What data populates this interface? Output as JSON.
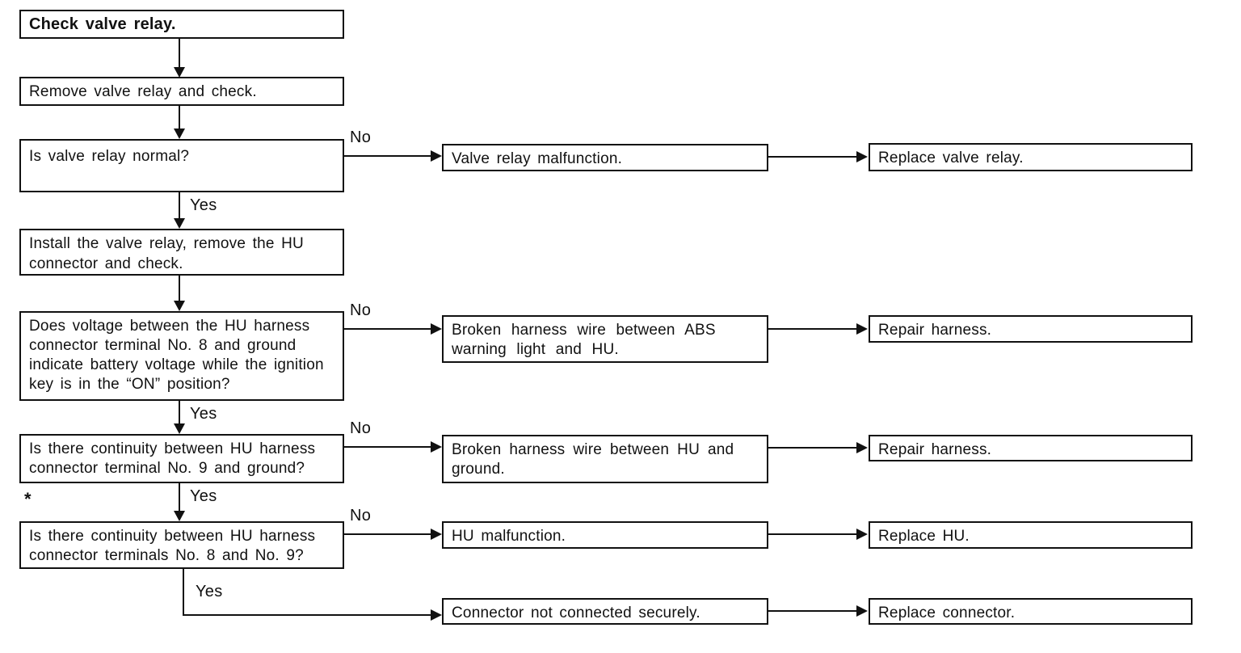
{
  "diagram": {
    "type": "flowchart",
    "subject": "Valve relay diagnostic flowchart",
    "labels": {
      "yes": "Yes",
      "no": "No"
    },
    "footnote_marker": "*",
    "nodes": {
      "start": "Check valve relay.",
      "step_remove_relay": "Remove valve relay and check.",
      "q_relay_normal": "Is valve relay normal?",
      "step_install_relay": "Install the valve relay, remove the HU connector and check.",
      "q_voltage_terminal8": "Does voltage between the HU harness connector terminal No. 8 and ground indicate battery voltage while the ignition key is in the “ON” position?",
      "q_continuity_terminal9_ground": "Is there continuity between HU harness connector terminal No. 9 and ground?",
      "q_continuity_terminals_8_9": "Is there continuity between HU harness connector terminals No. 8 and No. 9?",
      "diag_valve_relay_malfunction": "Valve relay malfunction.",
      "diag_broken_wire_abs_light": "Broken harness wire between ABS warning light and HU.",
      "diag_broken_wire_ground": "Broken harness wire between HU and ground.",
      "diag_hu_malfunction": "HU malfunction.",
      "diag_connector_not_secure": "Connector not connected securely.",
      "action_replace_valve_relay": "Replace valve relay.",
      "action_repair_harness_1": "Repair harness.",
      "action_repair_harness_2": "Repair harness.",
      "action_replace_hu": "Replace HU.",
      "action_replace_connector": "Replace connector."
    },
    "edge_colors": {
      "line": "#111111"
    }
  }
}
